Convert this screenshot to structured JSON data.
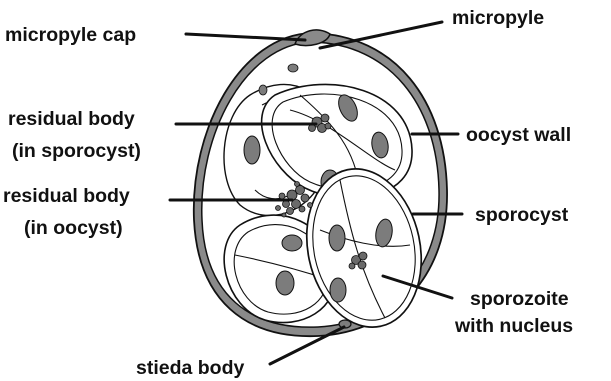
{
  "labels": {
    "micropyle_cap": "micropyle cap",
    "micropyle": "micropyle",
    "residual_body_sporocyst_line1": "residual body",
    "residual_body_sporocyst_line2": "(in sporocyst)",
    "residual_body_oocyst_line1": "residual body",
    "residual_body_oocyst_line2": "(in oocyst)",
    "oocyst_wall": "oocyst wall",
    "sporocyst": "sporocyst",
    "sporozoite_line1": "sporozoite",
    "sporozoite_line2": "with nucleus",
    "stieda_body": "stieda body"
  },
  "colors": {
    "wall": "#8a8a8a",
    "nucleus": "#7c7c7c",
    "residual": "#6a6a6a",
    "ink": "#111111",
    "background": "#ffffff"
  }
}
